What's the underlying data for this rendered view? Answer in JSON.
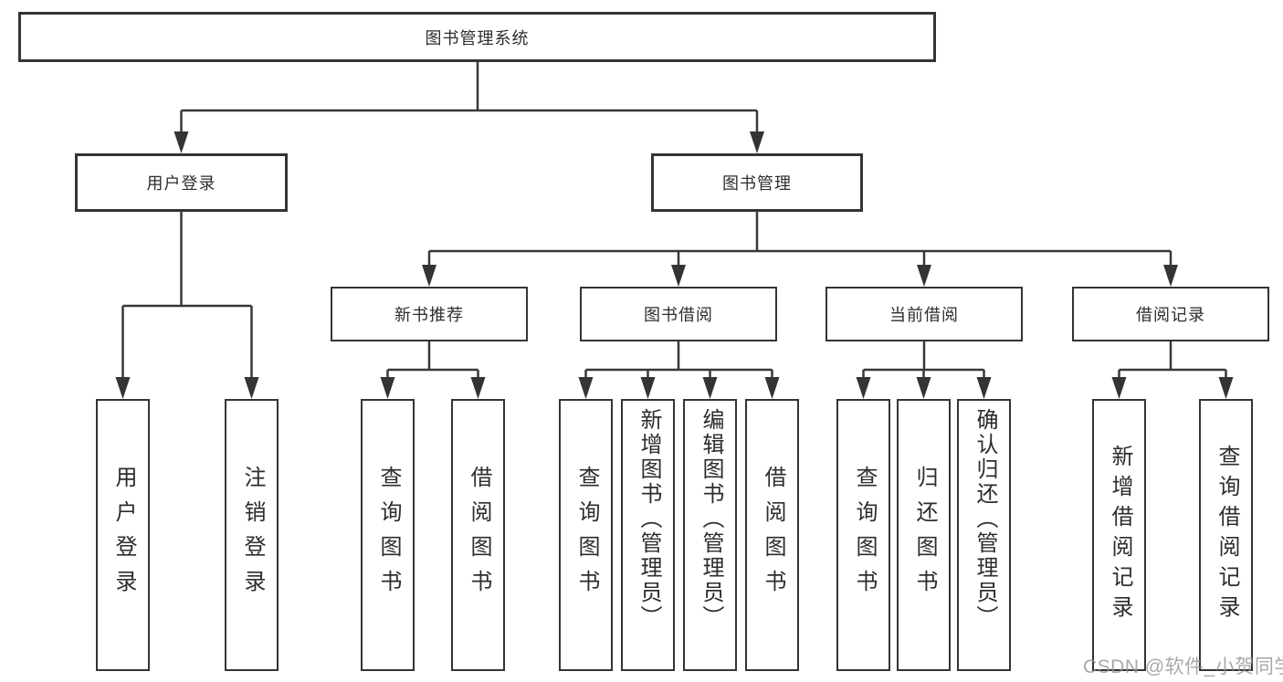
{
  "tree": {
    "root": "图书管理系统",
    "branches": [
      {
        "label": "用户登录",
        "leaves": [
          "用户登录",
          "注销登录"
        ]
      },
      {
        "label": "图书管理",
        "groups": [
          {
            "label": "新书推荐",
            "leaves": [
              "查询图书",
              "借阅图书"
            ]
          },
          {
            "label": "图书借阅",
            "leaves": [
              "查询图书",
              "新增图书（管理员）",
              "编辑图书（管理员）",
              "借阅图书"
            ]
          },
          {
            "label": "当前借阅",
            "leaves": [
              "查询图书",
              "归还图书",
              "确认归还（管理员）"
            ]
          },
          {
            "label": "借阅记录",
            "leaves": [
              "新增借阅记录",
              "查询借阅记录"
            ]
          }
        ]
      }
    ]
  },
  "watermark": "CSDN @软件_小贺同学",
  "colors": {
    "line": "#383838",
    "box_border": "#343434",
    "text": "#2d2d2d",
    "watermark": "#949494",
    "background": "#ffffff"
  }
}
